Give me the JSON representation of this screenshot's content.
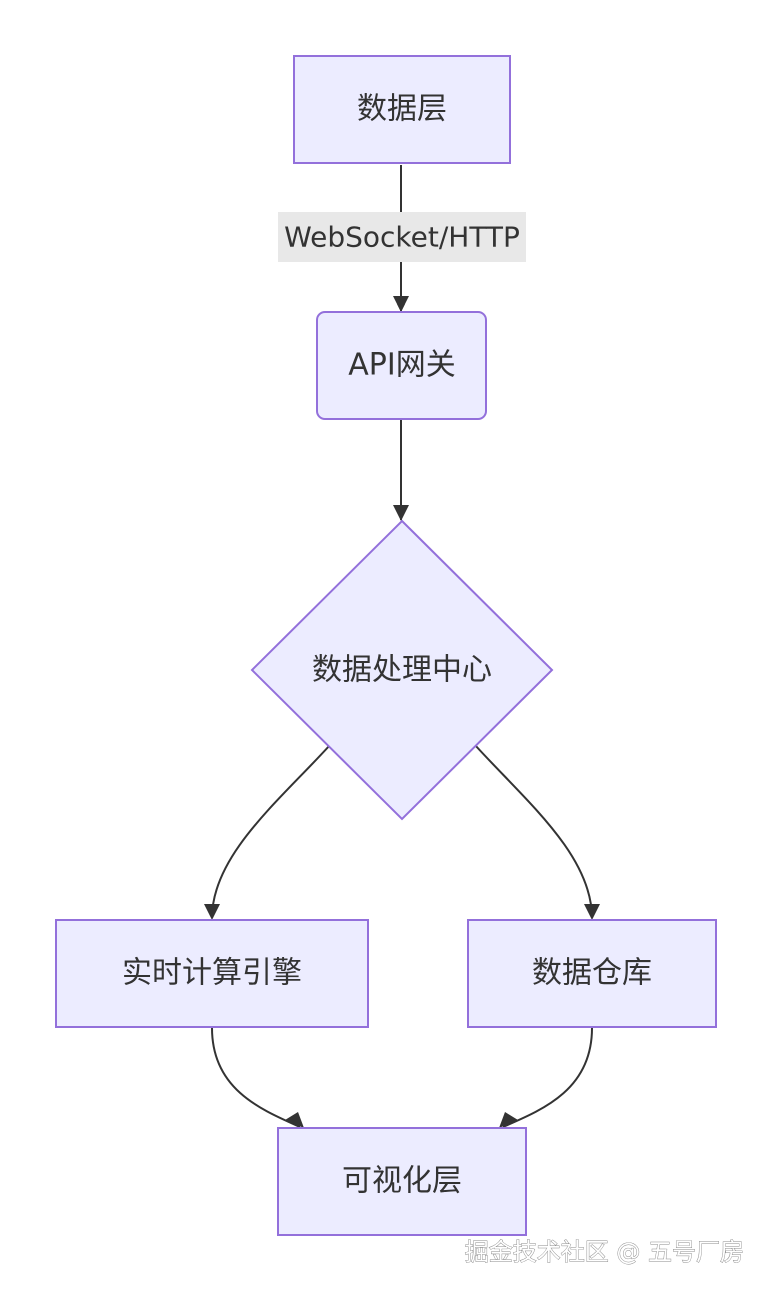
{
  "diagram": {
    "nodes": {
      "data_layer": "数据层",
      "api_gateway": "API网关",
      "processing_center": "数据处理中心",
      "realtime_engine": "实时计算引擎",
      "data_warehouse": "数据仓库",
      "visualization_layer": "可视化层"
    },
    "edge_labels": {
      "data_to_gateway": "WebSocket/HTTP"
    },
    "colors": {
      "node_fill": "#ECECFF",
      "node_stroke": "#9370DB",
      "edge_stroke": "#333333",
      "edge_label_bg": "#E8E8E8"
    }
  },
  "watermark": "掘金技术社区 @ 五号厂房"
}
